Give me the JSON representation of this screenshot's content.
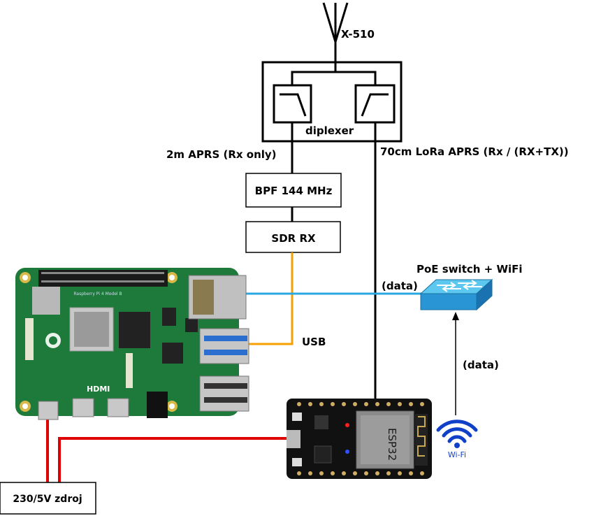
{
  "antenna": {
    "label": "X-510"
  },
  "diplexer": {
    "label": "diplexer"
  },
  "paths": {
    "band_2m": "2m APRS (Rx only)",
    "band_70cm": "70cm LoRa APRS (Rx / (RX+TX))"
  },
  "bpf": {
    "label": "BPF 144 MHz"
  },
  "sdr": {
    "label": "SDR RX"
  },
  "switch": {
    "label": "PoE switch + WiFi",
    "data_label": "(data)"
  },
  "usb": {
    "label": "USB"
  },
  "wifi": {
    "data_label": "(data)",
    "logo_text": "Wi-Fi"
  },
  "power": {
    "label": "230/5V zdroj"
  },
  "raspberry_pi": {
    "hdmi_text": "HDMI",
    "board_text": "Raspberry Pi 4 Model B"
  },
  "esp32": {
    "chip_text": "ESP32"
  },
  "colors": {
    "wire": "#000000",
    "ethernet": "#29a8e0",
    "usb": "#f5a000",
    "power": "#e00000",
    "pcb_green": "#1e7a3a",
    "wifi_blue": "#1040c8"
  }
}
